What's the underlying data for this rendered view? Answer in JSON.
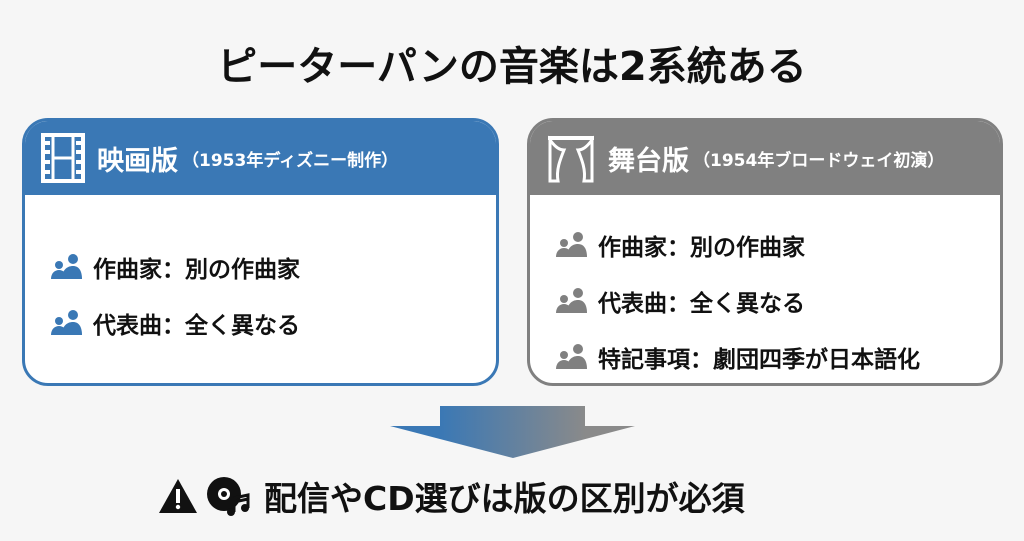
{
  "title": "ピーターパンの音楽は2系統ある",
  "film": {
    "icon": "film-icon",
    "label": "映画版",
    "sub": "（1953年ディズニー制作）",
    "items": [
      "作曲家：別の作曲家",
      "代表曲：全く異なる"
    ],
    "color": "#3a78b5"
  },
  "stage": {
    "icon": "curtain-icon",
    "label": "舞台版",
    "sub": "（1954年ブロードウェイ初演）",
    "items": [
      "作曲家：別の作曲家",
      "代表曲：全く異なる",
      "特記事項：劇団四季が日本語化"
    ],
    "color": "#808080"
  },
  "conclusion": {
    "text": "配信やCD選びは版の区別が必須",
    "icons": [
      "warning-icon",
      "music-cd-icon"
    ]
  }
}
